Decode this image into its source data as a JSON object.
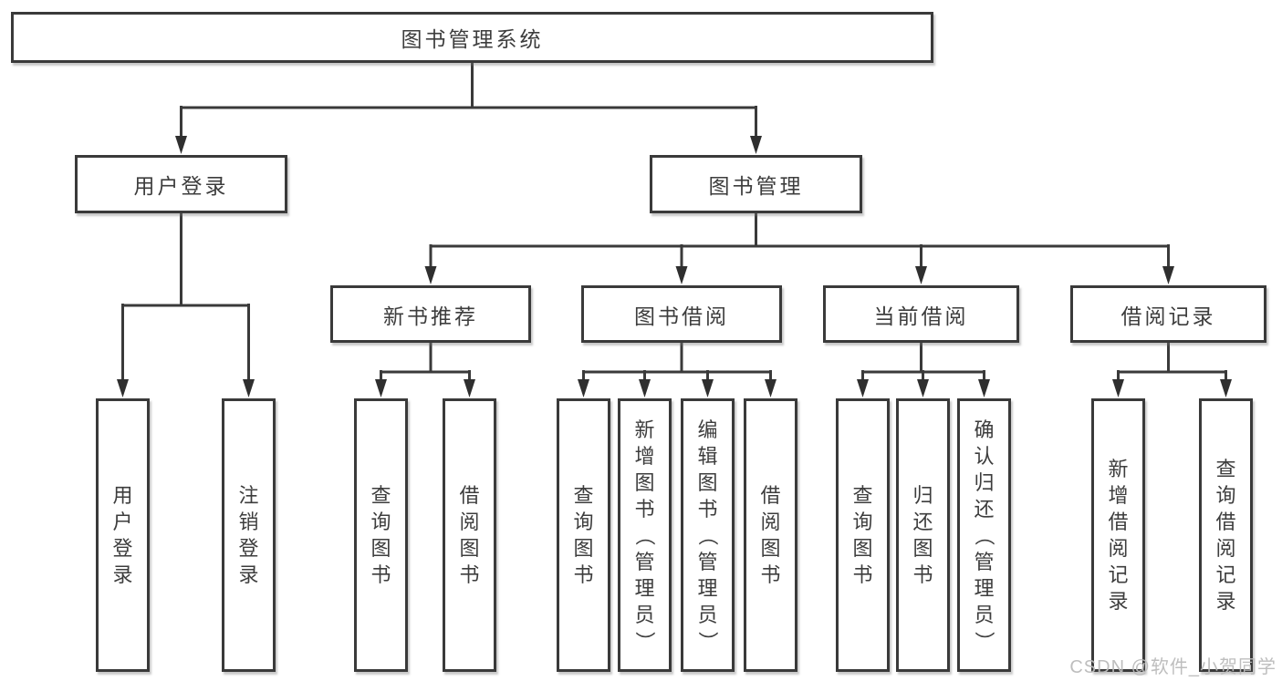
{
  "tree": {
    "root": {
      "label": "图书管理系统"
    },
    "level2": [
      {
        "label": "用户登录"
      },
      {
        "label": "图书管理"
      }
    ],
    "level3": [
      {
        "label": "新书推荐"
      },
      {
        "label": "图书借阅"
      },
      {
        "label": "当前借阅"
      },
      {
        "label": "借阅记录"
      }
    ],
    "leaves": {
      "login": [
        "用户登录",
        "注销登录"
      ],
      "newbook": [
        "查询图书",
        "借阅图书"
      ],
      "borrow": [
        "查询图书",
        "新增图书（管理员）",
        "编辑图书（管理员）",
        "借阅图书"
      ],
      "current": [
        "查询图书",
        "归还图书",
        "确认归还（管理员）"
      ],
      "records": [
        "新增借阅记录",
        "查询借阅记录"
      ]
    }
  },
  "watermark": "CSDN @软件_小贺同学",
  "colors": {
    "line": "#3a3a3a",
    "arrow": "#2f2f2f",
    "text": "#3d3d3d",
    "watermark": "#bbbbbb",
    "background": "#ffffff"
  }
}
